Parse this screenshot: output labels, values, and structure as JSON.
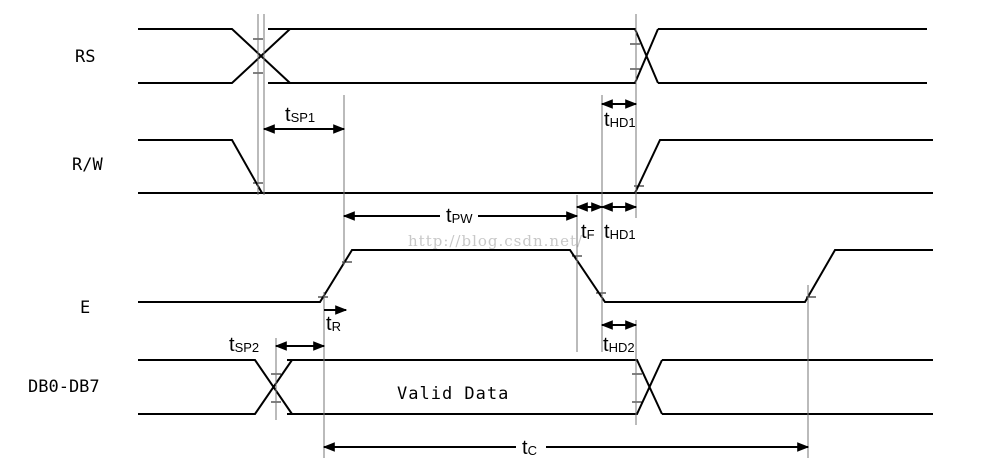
{
  "signals": {
    "rs": "RS",
    "rw": "R/W",
    "e": "E",
    "db": "DB0-DB7"
  },
  "timing": {
    "tsp1": {
      "main": "t",
      "sub": "SP1"
    },
    "thd1_top": {
      "main": "t",
      "sub": "HD1"
    },
    "tpw": {
      "main": "t",
      "sub": "PW"
    },
    "tf": {
      "main": "t",
      "sub": "F"
    },
    "thd1_mid": {
      "main": "t",
      "sub": "HD1"
    },
    "tr": {
      "main": "t",
      "sub": "R"
    },
    "tsp2": {
      "main": "t",
      "sub": "SP2"
    },
    "thd2": {
      "main": "t",
      "sub": "HD2"
    },
    "tc": {
      "main": "t",
      "sub": "C"
    }
  },
  "data_label": "Valid Data",
  "watermark": "http://blog.csdn.net/"
}
